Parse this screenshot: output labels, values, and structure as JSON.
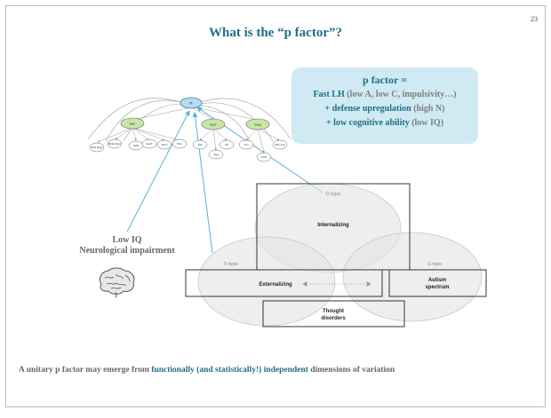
{
  "slide": {
    "title": "What is the “p factor”?",
    "page_number": "23"
  },
  "callout": {
    "heading": "p factor =",
    "line1_bold": "Fast LH",
    "line1_gray": " (low A, low C, impulsivity…)",
    "line2_prefix": "+ ",
    "line2_bold": "defense upregulation",
    "line2_gray": " (high N)",
    "line3_prefix": "+ ",
    "line3_bold": "low cognitive ability",
    "line3_gray": " (low IQ)"
  },
  "model": {
    "general": "P",
    "factors": [
      "INT",
      "EXT",
      "THD"
    ],
    "int_indicators": [
      "Alcs Depr",
      "MHH Depr",
      "GAD",
      "SocP",
      "SAnx",
      "Pan"
    ],
    "ext_indicators": [
      "Del",
      "Agg",
      "AP"
    ],
    "thd_indicators": [
      "Thn",
      "OCD",
      "Phy exp"
    ]
  },
  "left_label": {
    "line1": "Low IQ",
    "line2": "Neurological impairment"
  },
  "venn": {
    "dtype": "D-type",
    "ftype": "F-type",
    "stype": "S-type",
    "internalizing": "Internalizing",
    "externalizing": "Externalizing",
    "autism_1": "Autism",
    "autism_2": "spectrum",
    "thought_1": "Thought",
    "thought_2": "disorders"
  },
  "footer": {
    "prefix": "A unitary p factor may emerge from ",
    "highlight": "functionally (and statistically!) independent",
    "suffix": " dimensions of variation"
  },
  "colors": {
    "accent": "#1f6f86",
    "callout_bg": "#cfeaf2",
    "gray_text": "#7f7f7f",
    "p_node": "#b5dcef",
    "factor_node": "#c8e6a8",
    "arrow_line": "#5ab0d8"
  }
}
